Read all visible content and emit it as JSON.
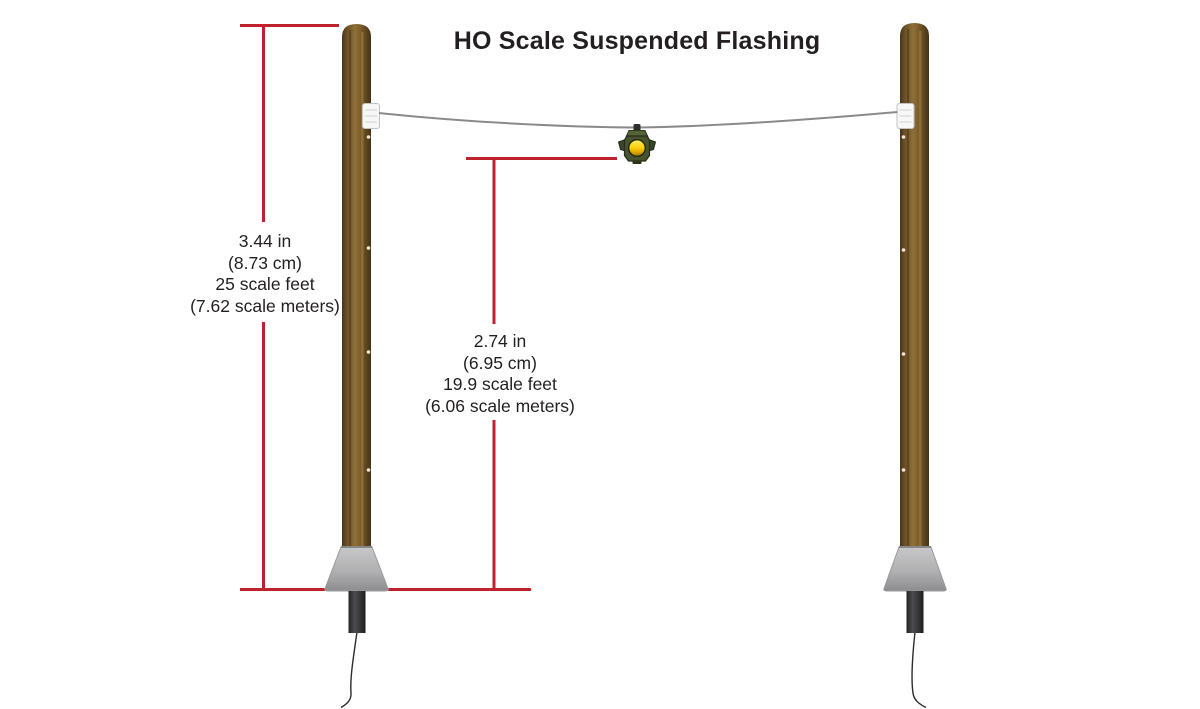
{
  "title": "HO Scale Suspended Flashing",
  "dimension_labels": {
    "pole_height": {
      "lines": [
        "3.44 in",
        "(8.73 cm)",
        "25 scale feet",
        "(7.62 scale meters)"
      ]
    },
    "light_height": {
      "lines": [
        "2.74 in",
        "(6.95 cm)",
        "19.9 scale feet",
        "(6.06 scale meters)"
      ]
    }
  },
  "colors": {
    "background": "#ffffff",
    "text_dark": "#231f20",
    "accent_red": "#c0222d",
    "pole_brown": "#7a5c2e",
    "base_gray": "#b2b2b3",
    "stem_gray": "#3a3a3c",
    "wire_gray": "#8a8a8a",
    "bracket_white": "#f7f7f7",
    "light_body_green": "#47532e",
    "lens_yellow": "#ffd200"
  }
}
